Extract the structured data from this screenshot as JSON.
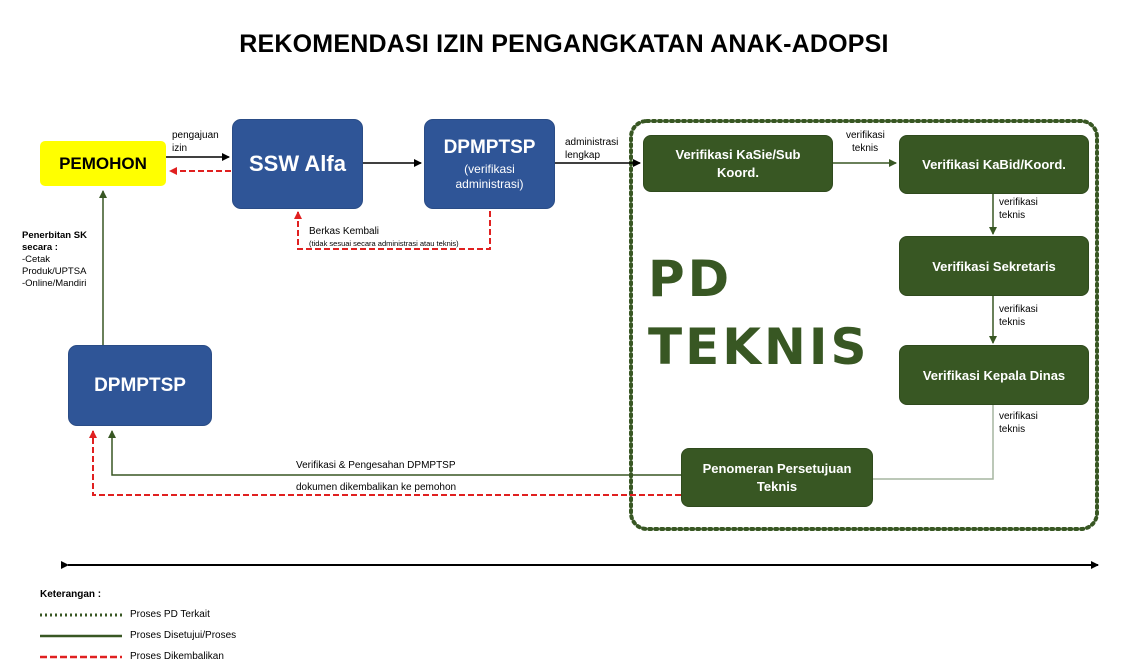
{
  "title": "REKOMENDASI IZIN PENGANGKATAN ANAK-ADOPSI",
  "nodes": {
    "pemohon": "PEMOHON",
    "ssw": "SSW Alfa",
    "dpmptsp_verif_title": "DPMPTSP",
    "dpmptsp_verif_sub": "(verifikasi administrasi)",
    "dpmptsp_bottom": "DPMPTSP",
    "kasie_line1": "Verifikasi KaSie/Sub",
    "kasie_line2": "Koord.",
    "kabid": "Verifikasi KaBid/Koord.",
    "sekretaris": "Verifikasi Sekretaris",
    "kadis": "Verifikasi Kepala Dinas",
    "penomeran_line1": "Penomeran Persetujuan",
    "penomeran_line2": "Teknis"
  },
  "region": {
    "line1": "PD",
    "line2": "TEKNIS"
  },
  "labels": {
    "pengajuan1": "pengajuan",
    "pengajuan2": "izin",
    "administrasi1": "administrasi",
    "administrasi2": "lengkap",
    "verif_teknis1": "verifikasi",
    "verif_teknis2": "teknis",
    "berkas": "Berkas Kembali",
    "berkas_note": "(tidak sesuai secara administrasi atau teknis)",
    "penerbitan_title1": "Penerbitan SK",
    "penerbitan_title2": "secara :",
    "penerbitan_opt1": "-Cetak",
    "penerbitan_opt2": "Produk/UPTSA",
    "penerbitan_opt3": "-Online/Mandiri",
    "verif_pengesahan": "Verifikasi & Pengesahan DPMPTSP",
    "dok_kembali": "dokumen dikembalikan ke pemohon"
  },
  "legend": {
    "title": "Keterangan :",
    "items": [
      {
        "label": "Proses PD Terkait",
        "style": "dotted",
        "color": "#385723"
      },
      {
        "label": "Proses Disetujui/Proses",
        "style": "solid",
        "color": "#385723"
      },
      {
        "label": "Proses Dikembalikan",
        "style": "dashed",
        "color": "#e02020"
      }
    ]
  },
  "colors": {
    "blue_box": "#2f5597",
    "green_box": "#385723",
    "pemohon_box": "#ffff00",
    "return_line": "#e02020",
    "approve_line": "#385723"
  }
}
